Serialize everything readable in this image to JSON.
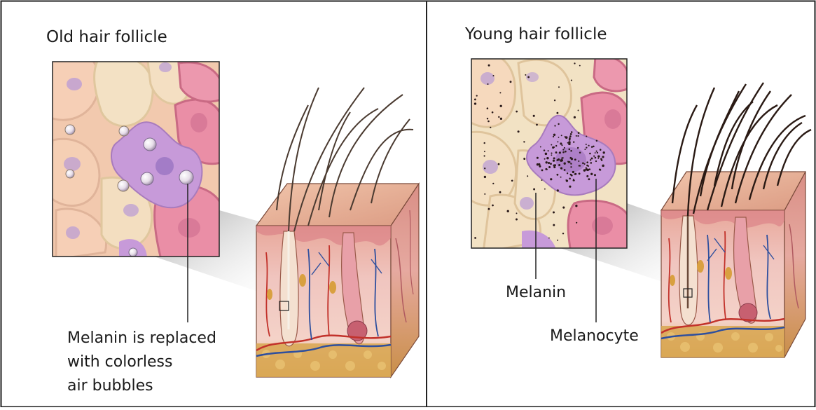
{
  "panels": [
    {
      "title": "Old hair follicle",
      "caption": [
        "Melanin is replaced",
        "with colorless",
        "air bubbles"
      ]
    },
    {
      "title": "Young hair follicle",
      "labels": {
        "melanin": "Melanin",
        "melanocyte": "Melanocyte"
      }
    }
  ],
  "colors": {
    "border": "#222222",
    "cell_peach": "#f6cdb2",
    "cell_cream": "#f3e3c4",
    "cell_pink": "#ea8ea6",
    "melanocyte": "#c79ad9",
    "nucleus": "#a98ad3",
    "skin_top": "#e9b39a",
    "fat": "#d8a650",
    "vessel_red": "#c2322b",
    "vessel_blue": "#2e4f9e",
    "hair": "#3b2a22"
  }
}
